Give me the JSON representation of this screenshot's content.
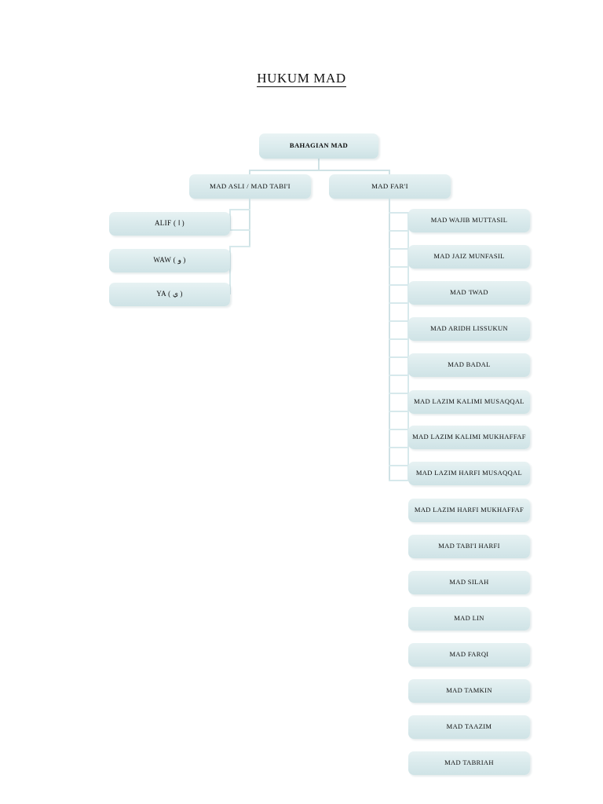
{
  "title": "HUKUM MAD",
  "root": {
    "label": "BAHAGIAN MAD"
  },
  "branches": {
    "left": {
      "label": "MAD ASLI / MAD TABI'I",
      "children": [
        {
          "label": "ALIF ( ا )"
        },
        {
          "label": "WAW ( و )"
        },
        {
          "label": "YA ( ي )"
        }
      ]
    },
    "right": {
      "label": "MAD FAR'I",
      "children": [
        {
          "label": "MAD WAJIB MUTTASIL"
        },
        {
          "label": "MAD JAIZ MUNFASIL"
        },
        {
          "label": "MAD 'IWAD"
        },
        {
          "label": "MAD ARIDH LISSUKUN"
        },
        {
          "label": "MAD BADAL"
        },
        {
          "label": "MAD LAZIM KALIMI MUSAQQAL"
        },
        {
          "label": "MAD LAZIM KALIMI MUKHAFFAF"
        },
        {
          "label": "MAD LAZIM HARFI MUSAQQAL"
        },
        {
          "label": "MAD LAZIM HARFI MUKHAFFAF"
        },
        {
          "label": "MAD TABI'I HARFI"
        },
        {
          "label": "MAD SILAH"
        },
        {
          "label": "MAD LIN"
        },
        {
          "label": "MAD FARQI"
        },
        {
          "label": "MAD TAMKIN"
        },
        {
          "label": "MAD TAAZIM"
        },
        {
          "label": "MAD TABRIAH"
        }
      ]
    }
  },
  "colors": {
    "box_fill_top": "#e7f2f3",
    "box_fill_bottom": "#cfe3e6",
    "connector": "#cfe2e5",
    "text": "#0d0d0d",
    "page_background": "#ffffff"
  }
}
